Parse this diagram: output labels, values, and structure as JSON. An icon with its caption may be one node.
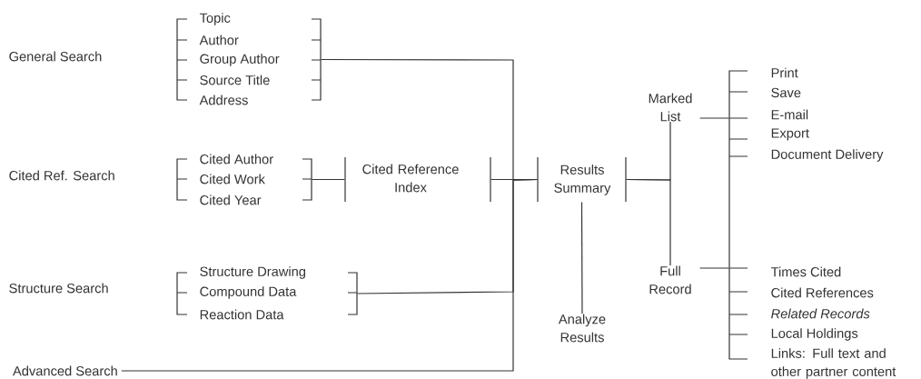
{
  "diagram": {
    "nodes": [
      {
        "text": [
          "Topic",
          "Author",
          "Group Author",
          "Source Title",
          "Address"
        ]
      },
      {
        "text": [
          "Cited Author",
          "Cited Work",
          "Cited Year"
        ]
      },
      {
        "text": [
          "Cited Reference Index"
        ]
      },
      {
        "text": [
          "Structure Drawing",
          "Compound Data",
          "Reaction Data"
        ]
      },
      {
        "text": [
          "Advanced Search"
        ]
      },
      {
        "text": [
          "Results Summary"
        ]
      },
      {
        "text": [
          "Analyze Results"
        ]
      },
      {
        "text": [
          "Marked List"
        ]
      },
      {
        "text": [
          "Full Record"
        ]
      },
      {
        "text": [
          "Print",
          "Save",
          "E-mail",
          "Export",
          "Document Delivery",
          "Times Cited",
          "Cited References",
          "Related Records",
          "Local Holdings",
          "Links: Full text and other partner content"
        ]
      }
    ],
    "edges": [
      {
        "from": 0,
        "to": 5,
        "arrow": "none"
      },
      {
        "from": 1,
        "to": 2,
        "arrow": "none"
      },
      {
        "from": 2,
        "to": 5,
        "arrow": "none"
      },
      {
        "from": 3,
        "to": 5,
        "arrow": "none"
      },
      {
        "from": 4,
        "to": 5,
        "arrow": "none"
      },
      {
        "from": 5,
        "to": 7,
        "arrow": "none"
      },
      {
        "from": 5,
        "to": 8,
        "arrow": "none"
      },
      {
        "from": 5,
        "to": 6,
        "arrow": "none"
      },
      {
        "from": 7,
        "to": 9,
        "arrow": "none"
      },
      {
        "from": 8,
        "to": 9,
        "arrow": "none"
      }
    ],
    "labels": [
      "General Search",
      "Cited Ref. Search",
      "Structure Search"
    ]
  }
}
